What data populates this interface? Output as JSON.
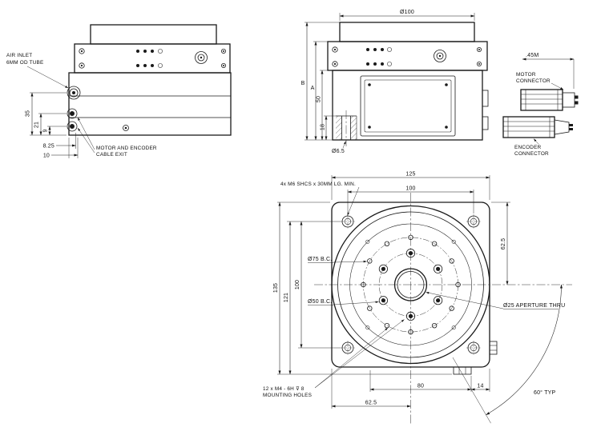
{
  "drawing": {
    "bg": "#ffffff",
    "ink": "#1a1a1a"
  },
  "side_view": {
    "air_inlet": [
      "AIR INLET",
      "6MM OD TUBE"
    ],
    "cable_exit": [
      "MOTOR AND ENCODER",
      "CABLE EXIT"
    ],
    "dim_35": "35",
    "dim_21": "21",
    "dim_9": "9",
    "dim_825": "8.25",
    "dim_10": "10"
  },
  "front_view": {
    "dim_dia100": "Ø100",
    "dim_B": "B",
    "dim_A": "A",
    "dim_50": "50",
    "dim_18": "18",
    "dim_dia65": "Ø6.5",
    "dim_45m": ".45M",
    "motor_connector": [
      "MOTOR",
      "CONNECTOR"
    ],
    "encoder_connector": [
      "ENCODER",
      "CONNECTOR"
    ]
  },
  "plan_view": {
    "dim_125": "125",
    "dim_100_top": "100",
    "dim_625_right": "62.5",
    "dim_135": "135",
    "dim_121": "121",
    "dim_100_left": "100",
    "dim_80": "80",
    "dim_14": "14",
    "dim_625_bottom": "62.5",
    "dim_60": "60° TYP",
    "note_shcs": "4x M6 SHCS x 30MM LG. MIN.",
    "label_bc75": "Ø75 B.C.",
    "label_bc50": "Ø50 B.C.",
    "label_aperture": "Ø25 APERTURE THRU",
    "note_mounting": [
      "12 x M4 - 6H ⊽ 8",
      "MOUNTING HOLES"
    ]
  }
}
